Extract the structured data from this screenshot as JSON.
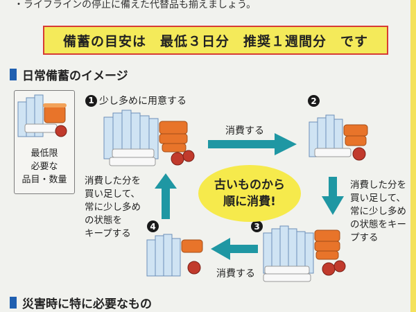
{
  "top_note": "・ライフラインの停止に備えた代替品も揃えましょう。",
  "banner": "備蓄の目安は　最低３日分　推奨１週間分　です",
  "section1_title": "日常備蓄のイメージ",
  "section2_title": "災害時に特に必要なもの",
  "min_box": [
    "最低限",
    "必要な",
    "品目・数量"
  ],
  "steps": {
    "s1": {
      "num": "1",
      "label": "少し多めに用意する"
    },
    "s2": {
      "num": "2"
    },
    "s3": {
      "num": "3"
    },
    "s4": {
      "num": "4"
    }
  },
  "arrow_labels": {
    "top": "消費する",
    "bottom": "消費する"
  },
  "left_text": [
    "消費した分を",
    "買い足して、",
    "常に少し多め",
    "の状態を",
    "キープする"
  ],
  "right_text": [
    "消費した分を",
    "買い足して、",
    "常に少し多め",
    "の状態をキー",
    "プする"
  ],
  "center": [
    "古いものから",
    "順に消費!"
  ],
  "colors": {
    "banner_bg": "#f4ea5a",
    "banner_border": "#d73b34",
    "arrow": "#1f97a3",
    "heading_bar": "#1f5fb0"
  }
}
